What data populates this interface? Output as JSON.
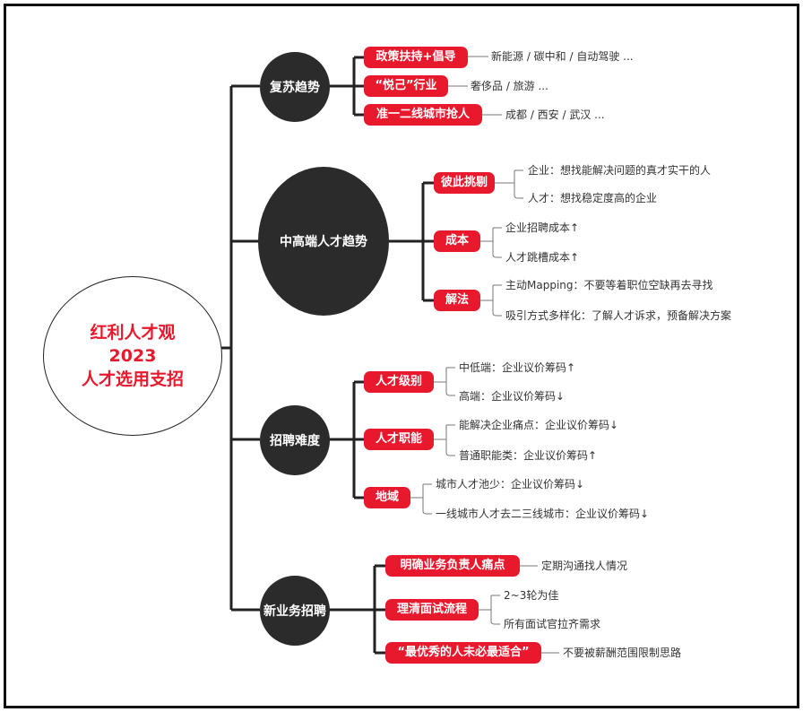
{
  "root": {
    "line1": "红利人才观",
    "line2": "2023",
    "line3": "人才选用支招"
  },
  "branches": [
    {
      "label": "复苏趋势",
      "children": [
        {
          "label": "政策扶持+倡导",
          "leaves": [
            "新能源 / 碳中和 / 自动驾驶 ..."
          ]
        },
        {
          "label": "“悦己”行业",
          "leaves": [
            "奢侈品 / 旅游 ..."
          ]
        },
        {
          "label": "准一二线城市抢人",
          "leaves": [
            "成都 / 西安 / 武汉 ..."
          ]
        }
      ]
    },
    {
      "label": "中高端人才趋势",
      "children": [
        {
          "label": "彼此挑剔",
          "leaves": [
            "企业：想找能解决问题的真才实干的人",
            "人才：想找稳定度高的企业"
          ]
        },
        {
          "label": "成本",
          "leaves": [
            "企业招聘成本↑",
            "人才跳槽成本↑"
          ]
        },
        {
          "label": "解法",
          "leaves": [
            "主动Mapping：不要等着职位空缺再去寻找",
            "吸引方式多样化：了解人才诉求，预备解决方案"
          ]
        }
      ]
    },
    {
      "label": "招聘难度",
      "children": [
        {
          "label": "人才级别",
          "leaves": [
            "中低端：企业议价筹码↑",
            "高端：企业议价筹码↓"
          ]
        },
        {
          "label": "人才职能",
          "leaves": [
            "能解决企业痛点：企业议价筹码↓",
            "普通职能类：企业议价筹码↑"
          ]
        },
        {
          "label": "地域",
          "leaves": [
            "城市人才池少：企业议价筹码↓",
            "一线城市人才去二三线城市：企业议价筹码↓"
          ]
        }
      ]
    },
    {
      "label": "新业务招聘",
      "children": [
        {
          "label": "明确业务负责人痛点",
          "leaves": [
            "定期沟通找人情况"
          ]
        },
        {
          "label": "理清面试流程",
          "leaves": [
            "2~3轮为佳",
            "所有面试官拉齐需求"
          ]
        },
        {
          "label": "“最优秀的人未必最适合”",
          "leaves": [
            "不要被薪酬范围限制思路"
          ]
        }
      ]
    }
  ]
}
